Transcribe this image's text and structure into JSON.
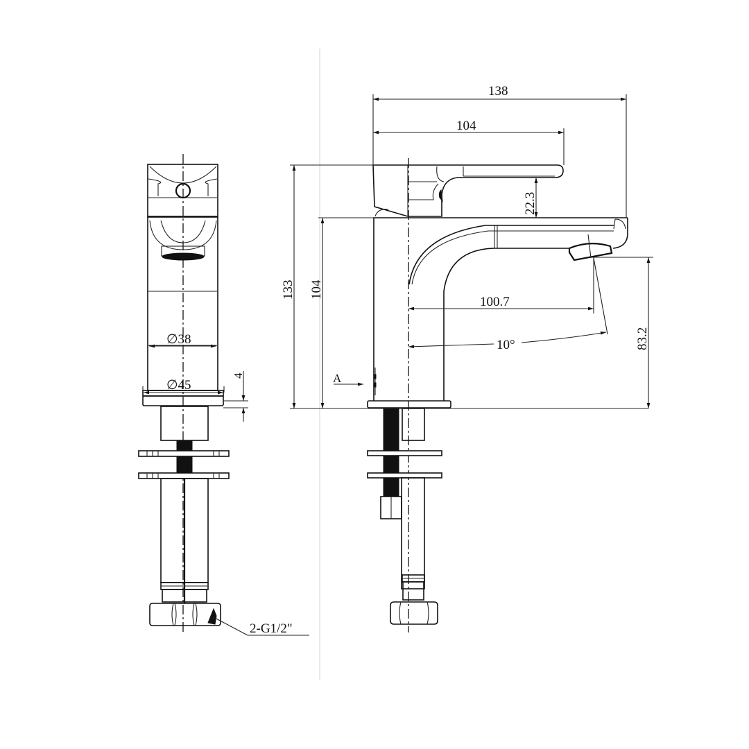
{
  "drawing": {
    "type": "faucet technical drawing",
    "views": [
      "front-view",
      "side-view"
    ],
    "colors": {
      "line": "#111111",
      "background": "#ffffff"
    }
  },
  "front_view": {
    "dimensions": {
      "body_diameter": "∅38",
      "base_diameter": "∅45",
      "base_thickness": "4"
    },
    "callout": {
      "connection": "2-G1/2\""
    }
  },
  "side_view": {
    "dimensions": {
      "overall_length": "138",
      "handle_length": "104",
      "handle_gap": "22.3",
      "overall_height": "133",
      "body_height": "104",
      "spout_reach": "100.7",
      "spout_angle": "10°",
      "outlet_height": "83.2"
    },
    "view_marker": "A"
  }
}
